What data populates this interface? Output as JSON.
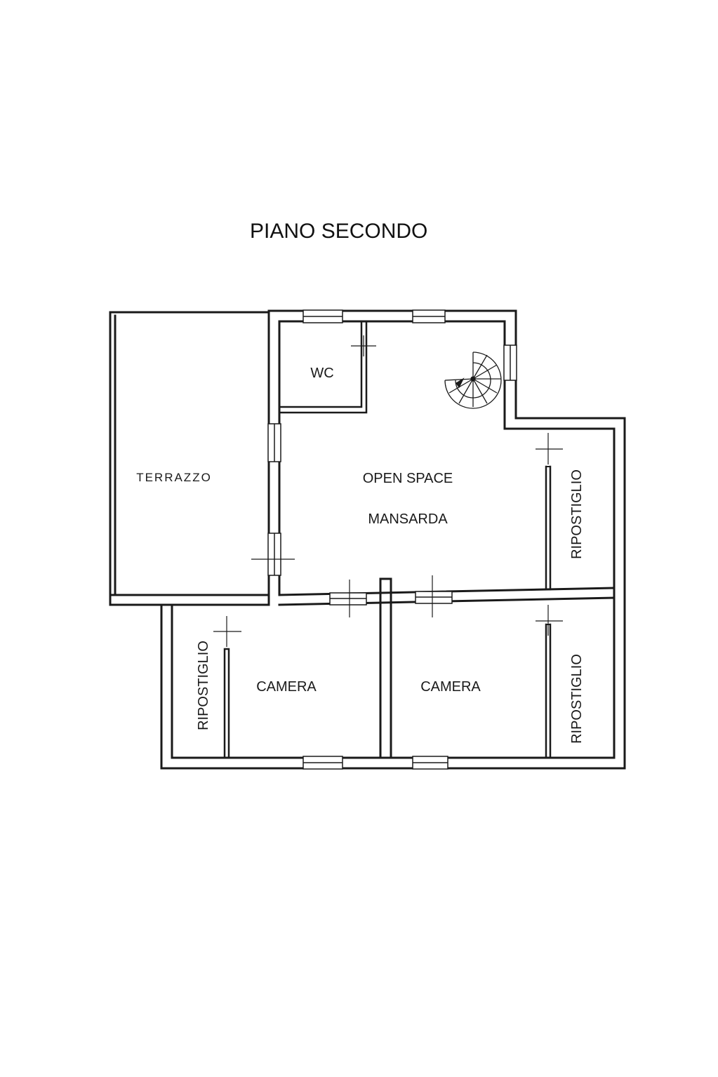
{
  "title": "PIANO SECONDO",
  "rooms": {
    "wc": "WC",
    "terrazzo": "TERRAZZO",
    "open_space": "OPEN SPACE",
    "mansarda": "MANSARDA",
    "ripostiglio_right_top": "RIPOSTIGLIO",
    "ripostiglio_left": "RIPOSTIGLIO",
    "camera_left": "CAMERA",
    "camera_right": "CAMERA",
    "ripostiglio_right_bottom": "RIPOSTIGLIO"
  },
  "colors": {
    "ink": "#1a1a1a",
    "paper": "#ffffff"
  }
}
